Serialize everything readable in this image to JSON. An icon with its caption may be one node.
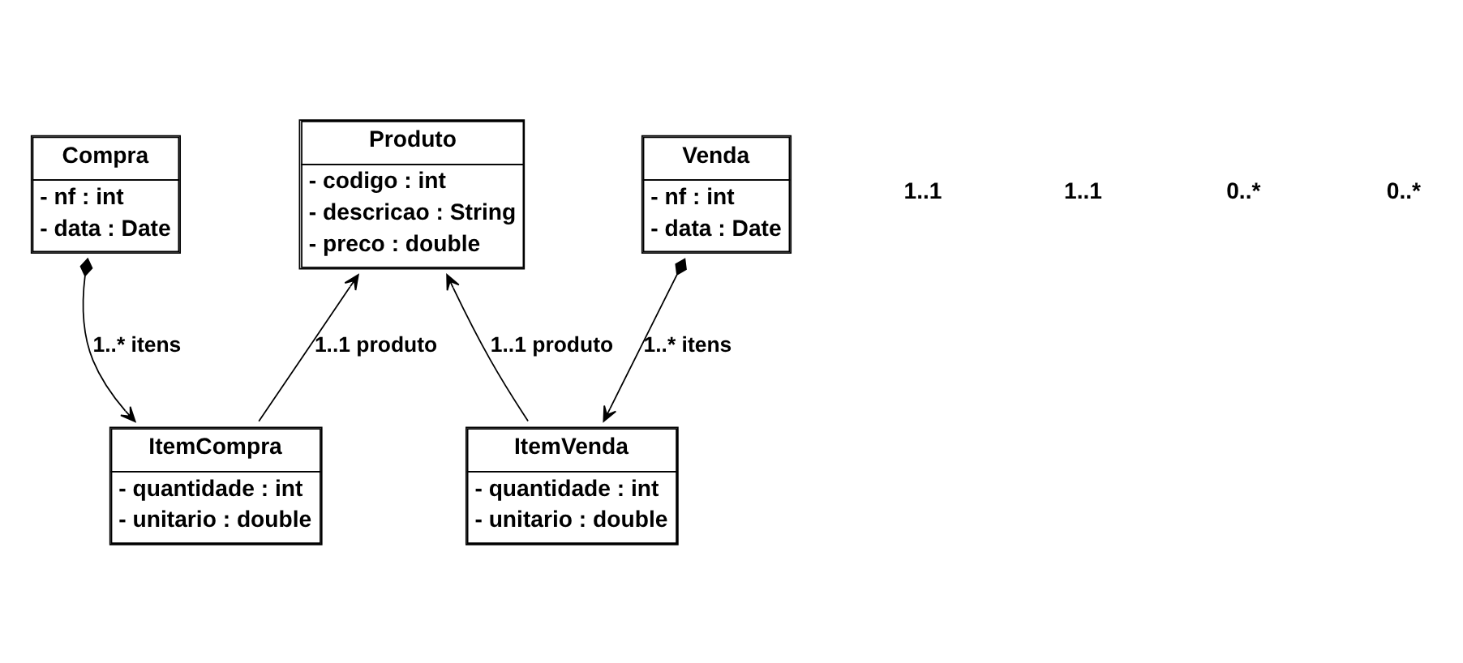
{
  "diagram": {
    "nodes": [
      {
        "text": [
          "Compra",
          "- nf : int",
          "- data : Date"
        ]
      },
      {
        "text": [
          "Produto",
          "- codigo : int",
          "- descricao : String",
          "- preco : double"
        ]
      },
      {
        "text": [
          "Venda",
          "- nf : int",
          "- data : Date"
        ]
      },
      {
        "text": [
          "ItemCompra",
          "- quantidade : int",
          "- unitario : double"
        ]
      },
      {
        "text": [
          "ItemVenda",
          "- quantidade : int",
          "- unitario : double"
        ]
      }
    ],
    "edges": [
      {
        "from": 0,
        "to": 3,
        "arrow": "to",
        "label": "1..* itens"
      },
      {
        "from": 3,
        "to": 1,
        "arrow": "to",
        "label": "1..1 produto"
      },
      {
        "from": 4,
        "to": 1,
        "arrow": "to",
        "label": "1..1 produto"
      },
      {
        "from": 2,
        "to": 4,
        "arrow": "to",
        "label": "1..* itens"
      }
    ],
    "labels": [
      "1..1",
      "1..1",
      "0..*",
      "0..*"
    ]
  }
}
